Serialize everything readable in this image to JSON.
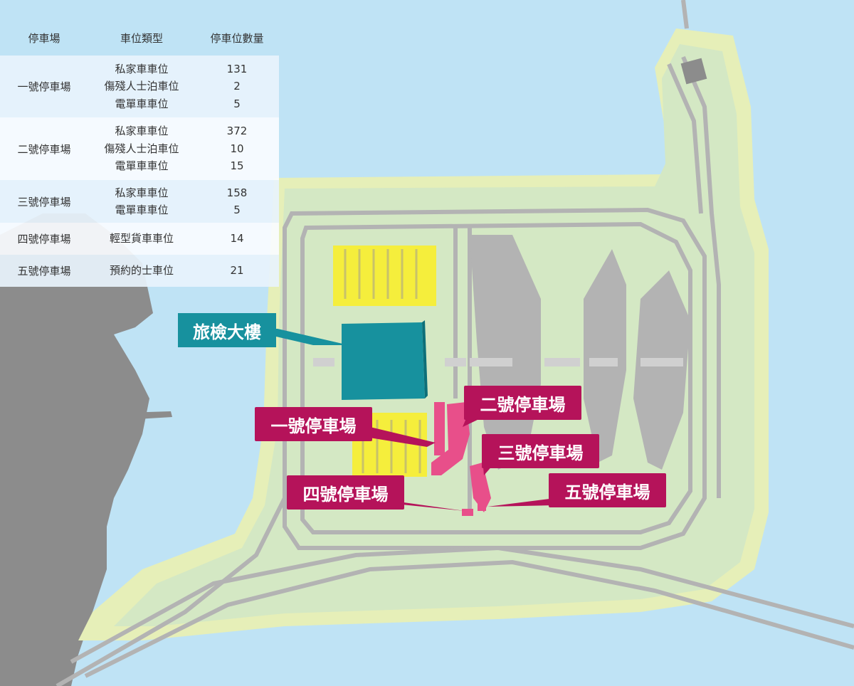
{
  "table": {
    "headers": [
      "停車場",
      "車位類型",
      "停車位數量"
    ],
    "rows": [
      {
        "lot": "一號停車場",
        "types": [
          "私家車車位",
          "傷殘人士泊車位",
          "電單車車位"
        ],
        "counts": [
          "131",
          "2",
          "5"
        ]
      },
      {
        "lot": "二號停車場",
        "types": [
          "私家車車位",
          "傷殘人士泊車位",
          "電單車車位"
        ],
        "counts": [
          "372",
          "10",
          "15"
        ]
      },
      {
        "lot": "三號停車場",
        "types": [
          "私家車車位",
          "電單車車位"
        ],
        "counts": [
          "158",
          "5"
        ]
      },
      {
        "lot": "四號停車場",
        "types": [
          "輕型貨車車位"
        ],
        "counts": [
          "14"
        ]
      },
      {
        "lot": "五號停車場",
        "types": [
          "預約的士車位"
        ],
        "counts": [
          "21"
        ]
      }
    ]
  },
  "map_labels": {
    "terminal": "旅檢大樓",
    "carpark_1": "一號停車場",
    "carpark_2": "二號停車場",
    "carpark_3": "三號停車場",
    "carpark_4": "四號停車場",
    "carpark_5": "五號停車場"
  },
  "colors": {
    "sea": "#bfe3f5",
    "island": "#dbe9b4",
    "island_inner": "#cfe5c8",
    "land": "#8c8c8c",
    "road": "#b3b3b3",
    "carpark": "#e84f8a",
    "callout": "#b5135a",
    "terminal": "#17919e",
    "bus_bay": "#f5ee3c"
  }
}
